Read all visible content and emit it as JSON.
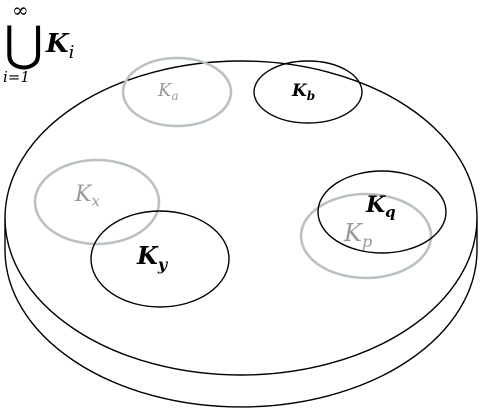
{
  "formula": {
    "operator": "⋃",
    "upper_limit": "∞",
    "lower_limit": "i=1",
    "term_base": "K",
    "term_sub": "i"
  },
  "sets": [
    {
      "id": "a",
      "base": "K",
      "sub": "a"
    },
    {
      "id": "b",
      "base": "K",
      "sub": "b"
    },
    {
      "id": "x",
      "base": "K",
      "sub": "x"
    },
    {
      "id": "y",
      "base": "K",
      "sub": "y"
    },
    {
      "id": "q",
      "base": "K",
      "sub": "q"
    },
    {
      "id": "p",
      "base": "K",
      "sub": "p"
    }
  ],
  "colors": {
    "stroke_dark": "#000000",
    "stroke_light": "#b9c2bd",
    "text_dark": "#000000",
    "text_light": "#9a9a9a"
  }
}
